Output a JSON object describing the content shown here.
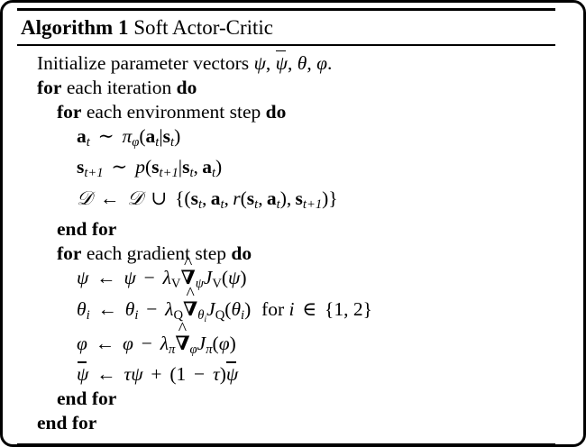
{
  "figure": {
    "kind": "algorithm-float",
    "frame_color": "#000000",
    "background_color": "#ffffff",
    "text_color": "#000000"
  },
  "algorithm": {
    "label": "Algorithm",
    "number": "1",
    "name": "Soft Actor-Critic",
    "title_plain": "Algorithm 1 Soft Actor-Critic",
    "lines": [
      {
        "id": "init",
        "indent": 0,
        "plain": "Initialize parameter vectors ψ, ψ̄, θ, φ.",
        "text_lead": "Initialize parameter vectors",
        "trailing": "."
      },
      {
        "id": "for-iteration",
        "indent": 0,
        "plain": "for each iteration do",
        "kw_start": "for",
        "text_mid": "each iteration",
        "kw_end": "do"
      },
      {
        "id": "for-env-step",
        "indent": 1,
        "plain": "for each environment step do",
        "kw_start": "for",
        "text_mid": "each environment step",
        "kw_end": "do"
      },
      {
        "id": "sample-action",
        "indent": 2,
        "plain": "a_t ~ π_φ(a_t|s_t)"
      },
      {
        "id": "sample-next-state",
        "indent": 2,
        "plain": "s_{t+1} ~ p(s_{t+1}|s_t, a_t)"
      },
      {
        "id": "buffer-update",
        "indent": 2,
        "plain": "D ← D ∪ {(s_t, a_t, r(s_t, a_t), s_{t+1})}"
      },
      {
        "id": "end-for-env",
        "indent": 1,
        "plain": "end for",
        "kw_start": "end for"
      },
      {
        "id": "for-gradient-step",
        "indent": 1,
        "plain": "for each gradient step do",
        "kw_start": "for",
        "text_mid": "each gradient step",
        "kw_end": "do"
      },
      {
        "id": "update-psi",
        "indent": 2,
        "plain": "ψ ← ψ − λ_V ∇̂_ψ J_V(ψ)"
      },
      {
        "id": "update-theta",
        "indent": 2,
        "plain": "θ_i ← θ_i − λ_Q ∇̂_{θ_i} J_Q(θ_i) for i ∈ {1, 2}",
        "condition_text": "for",
        "index_set": "{1, 2}"
      },
      {
        "id": "update-phi",
        "indent": 2,
        "plain": "φ ← φ − λ_π ∇̂_φ J_π(φ)"
      },
      {
        "id": "update-target",
        "indent": 2,
        "plain": "ψ̄ ← τψ + (1 − τ)ψ̄"
      },
      {
        "id": "end-for-gradient",
        "indent": 1,
        "plain": "end for",
        "kw_start": "end for"
      },
      {
        "id": "end-for-iteration",
        "indent": 0,
        "plain": "end for",
        "kw_start": "end for"
      }
    ],
    "symbols": {
      "psi": "ψ",
      "psi_bar": "ψ̄",
      "theta": "θ",
      "phi": "φ",
      "pi": "π",
      "tau": "τ",
      "lambda": "λ",
      "nabla_hat": "∇̂",
      "script_d": "Ð",
      "gets": "←",
      "tilde": "∼",
      "cup": "∪",
      "in": "∈",
      "minus": "−",
      "plus": "+"
    }
  }
}
